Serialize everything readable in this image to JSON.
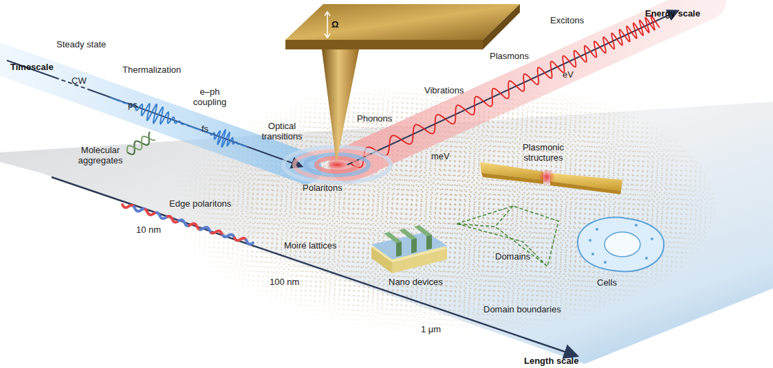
{
  "diagram": {
    "labels": [
      "Timescale",
      "Steady state",
      "CW",
      "Thermalization",
      "ps",
      "e–ph coupling",
      "fs",
      "Optical transitions",
      "Ω",
      "Excitons",
      "Energy scale",
      "Plasmons",
      "eV",
      "Vibrations",
      "Phonons",
      "meV",
      "Plasmonic structures",
      "Molecular aggregates",
      "Polaritons",
      "Edge polaritons",
      "10 nm",
      "Moiré lattices",
      "Nano devices",
      "Domains",
      "Cells",
      "100 nm",
      "Domain boundaries",
      "1 μm",
      "Length scale"
    ]
  }
}
